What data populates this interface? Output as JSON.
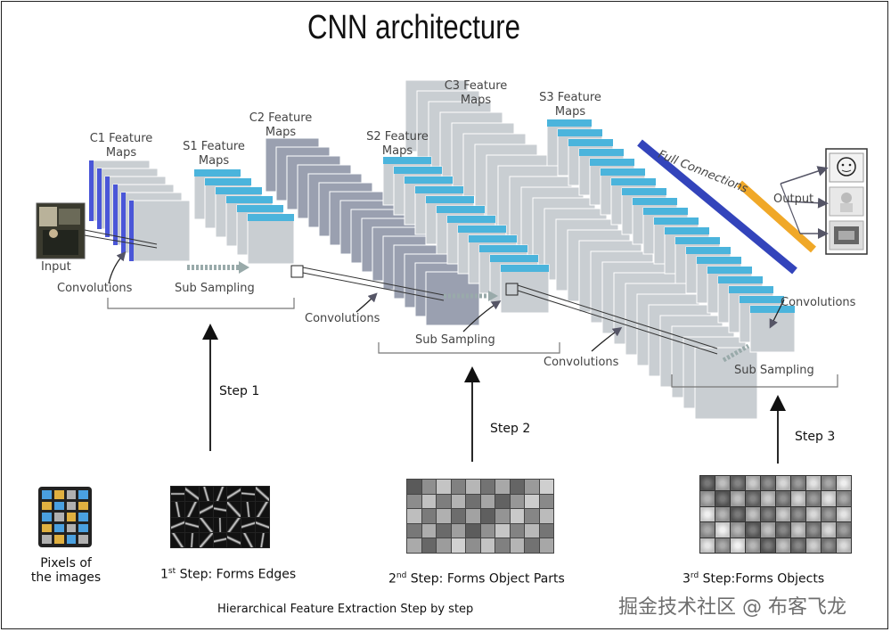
{
  "title": "CNN architecture",
  "labels": {
    "c1": "C1 Feature\nMaps",
    "s1": "S1 Feature\nMaps",
    "c2": "C2 Feature\nMaps",
    "s2": "S2 Feature\nMaps",
    "c3": "C3 Feature\nMaps",
    "s3": "S3 Feature\nMaps",
    "input": "Input",
    "conv1": "Convolutions",
    "sub1": "Sub Sampling",
    "conv2": "Convolutions",
    "sub2": "Sub Sampling",
    "conv3": "Convolutions",
    "sub3": "Sub Sampling",
    "conv4": "Convolutions",
    "full": "Full Connections",
    "output": "Output"
  },
  "steps": {
    "step1": "Step 1",
    "step2": "Step 2",
    "step3": "Step 3"
  },
  "bottom": {
    "pixels": "Pixels of\nthe images",
    "step1_sup": "st",
    "step1_num": "1",
    "step1_text": " Step: Forms Edges",
    "step2_num": "2",
    "step2_sup": "nd",
    "step2_text": " Step: Forms Object Parts",
    "step3_num": "3",
    "step3_sup": "rd",
    "step3_text": " Step:Forms Objects",
    "caption": "Hierarchical Feature Extraction Step by step"
  },
  "watermark": "掘金技术社区 @ 布客飞龙",
  "colors": {
    "blue_stack": "#4a56d8",
    "cyan_stack": "#4bb4dc",
    "gray_map": "#c9ced2",
    "gray_dark": "#9aa0b0",
    "full_blue": "#3344bb",
    "full_orange": "#f0a828",
    "arrow": "#111111"
  }
}
